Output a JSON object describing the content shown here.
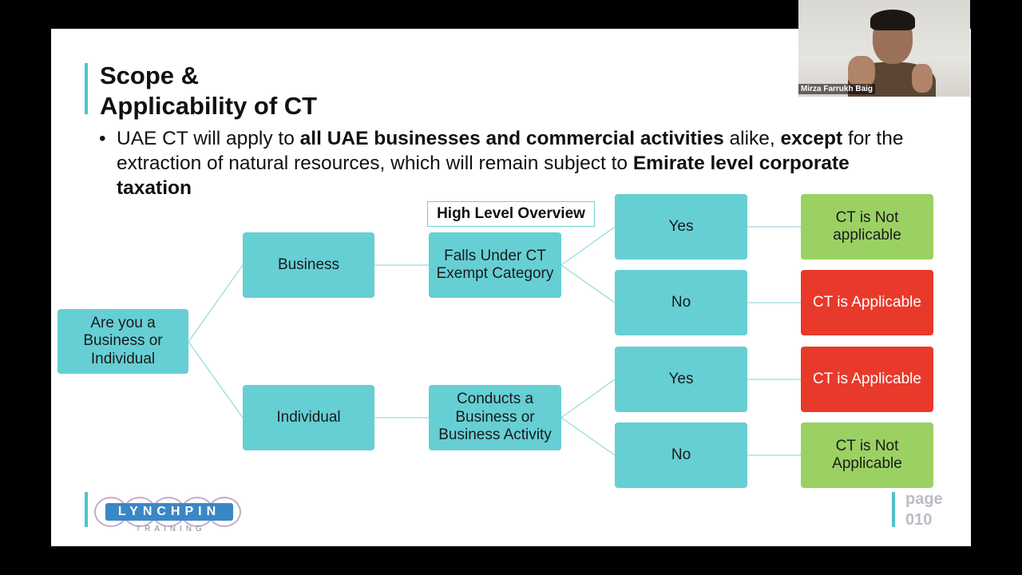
{
  "slide": {
    "title_line1": "Scope &",
    "title_line2": "Applicability of CT",
    "bullet": {
      "p1": "UAE CT will apply to ",
      "b1": "all UAE businesses and commercial activities",
      "p2": " alike, ",
      "b2": "except",
      "p3": " for the extraction of natural resources, which will remain subject to ",
      "b3": "Emirate level corporate taxation"
    },
    "overview_label": "High Level Overview",
    "diagram": {
      "root": "Are you a Business or Individual",
      "business": "Business",
      "individual": "Individual",
      "exempt_question": "Falls Under CT Exempt Category",
      "activity_question": "Conducts a Business or Business Activity",
      "yes1": "Yes",
      "no1": "No",
      "yes2": "Yes",
      "no2": "No",
      "result1": "CT is Not applicable",
      "result2": "CT is Applicable",
      "result3": "CT is Applicable",
      "result4": "CT is Not Applicable"
    },
    "colors": {
      "teal": "#66cfd4",
      "green": "#9bd163",
      "red": "#e8392a",
      "accent": "#4fc3c8"
    },
    "logo": {
      "wordmark": "LYNCHPIN",
      "subtext": "TRAINING"
    },
    "page_label": "page",
    "page_number": "010"
  },
  "webcam": {
    "participant_name": "Mirza Farrukh Baig"
  }
}
